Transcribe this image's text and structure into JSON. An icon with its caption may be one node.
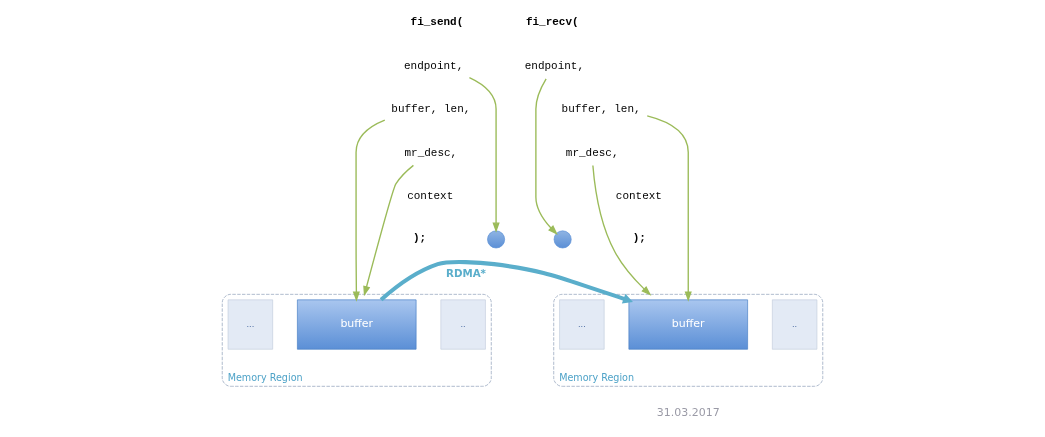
{
  "diagram": {
    "nodes": [
      {
        "text": [
          "endpoint,"
        ]
      },
      {
        "text": [
          "buffer, len,"
        ]
      },
      {
        "text": [
          "mr_desc,"
        ]
      },
      {
        "text": [
          "Memory Region"
        ]
      },
      {
        "text": [
          "..."
        ],
        "in": 3
      },
      {
        "text": [
          "buffer"
        ],
        "in": 3
      },
      {
        "text": [
          ".."
        ],
        "in": 3
      },
      {
        "text": [],
        "shape": "circle"
      },
      {
        "text": [],
        "shape": "circle"
      },
      {
        "text": [
          "endpoint,"
        ]
      },
      {
        "text": [
          "buffer, len,"
        ]
      },
      {
        "text": [
          "mr_desc,"
        ]
      },
      {
        "text": [
          "Memory Region"
        ]
      },
      {
        "text": [
          "..."
        ],
        "in": 12
      },
      {
        "text": [
          "buffer"
        ],
        "in": 12
      },
      {
        "text": [
          ".."
        ],
        "in": 12
      }
    ],
    "edges": [
      {
        "from": 0,
        "to": 7,
        "arrow": "to"
      },
      {
        "from": 1,
        "to": 5,
        "arrow": "to"
      },
      {
        "from": 2,
        "to": 3,
        "arrow": "to"
      },
      {
        "from": 9,
        "to": 8,
        "arrow": "to"
      },
      {
        "from": 10,
        "to": 14,
        "arrow": "to"
      },
      {
        "from": 11,
        "to": 12,
        "arrow": "to"
      },
      {
        "from": 5,
        "to": 14,
        "arrow": "to",
        "label": "RDMA*",
        "style": "thick",
        "color": "#5aaecb"
      }
    ],
    "labels": [
      "fi_send(",
      "context",
      ");",
      "fi_recv(",
      "context",
      ");",
      "31.03.2017"
    ]
  }
}
